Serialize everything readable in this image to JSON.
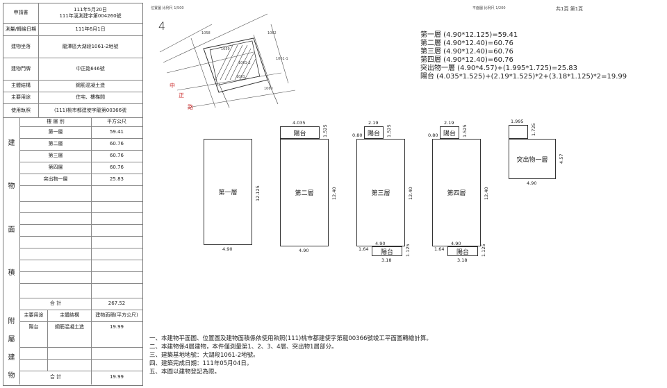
{
  "left_table": {
    "application_label": "申請書",
    "application_date": "111年5月20日",
    "application_no": "111年溪測建字第004260號",
    "survey_date_label": "測量/轉繪日期",
    "survey_date": "111年6月1日",
    "location_label": "建物坐落",
    "location": "龍潭區大湖段1061-2地號",
    "door_label": "建物門牌",
    "door": "中正路646號",
    "structure_label": "主體結構",
    "structure": "鋼筋混凝土造",
    "use_label": "主要用途",
    "use": "住宅、樓梯間",
    "permit_label": "使用執照",
    "permit": "(111)桃市都建使字龍第00366號",
    "section_chars": [
      "建",
      "物",
      "面",
      "積"
    ],
    "attach_chars": [
      "附",
      "屬",
      "建",
      "物"
    ],
    "floor_header": "樓 層 別",
    "area_header": "平方公尺",
    "floors": [
      {
        "name": "第一層",
        "area": "59.41"
      },
      {
        "name": "第二層",
        "area": "60.76"
      },
      {
        "name": "第三層",
        "area": "60.76"
      },
      {
        "name": "第四層",
        "area": "60.76"
      },
      {
        "name": "突出物一層",
        "area": "25.83"
      }
    ],
    "total_label": "合 計",
    "total": "267.52",
    "attach_use_header": "主要用途",
    "attach_struct_header": "主體結構",
    "attach_area_header": "建物面積(平方公尺)",
    "attach_use": "陽台",
    "attach_struct": "鋼筋混凝土造",
    "attach_area": "19.99",
    "attach_total_label": "合 計",
    "attach_total": "19.99"
  },
  "header": {
    "location_map_label": "位置圖 比例尺",
    "location_map_scale": "1/500",
    "plan_label": "平面圖 比例尺",
    "plan_scale": "1/200",
    "pages": "共1頁 第1頁"
  },
  "map": {
    "number": "4",
    "road_chars": [
      "中",
      "正",
      "路"
    ],
    "parcels": [
      "1061-2",
      "1061-1",
      "1061",
      "1062",
      "1059",
      "1060",
      "1058"
    ]
  },
  "calculations": [
    "第一層 (4.90*12.125)=59.41",
    "第二層 (4.90*12.40)=60.76",
    "第三層 (4.90*12.40)=60.76",
    "第四層 (4.90*12.40)=60.76",
    "突出物一層 (4.90*4.57)+(1.995*1.725)=25.83",
    "陽台 (4.035*1.525)+(2.19*1.525)*2+(3.18*1.125)*2=19.99"
  ],
  "plans": {
    "floor1": {
      "label": "第一層",
      "width": "4.90",
      "height": "12.125"
    },
    "floor2": {
      "label": "第二層",
      "width": "4.90",
      "height": "12.40",
      "balcony": "陽台",
      "balcony_w": "4.035",
      "balcony_h": "1.525"
    },
    "floor3": {
      "label": "第三層",
      "width": "4.90",
      "height": "12.40",
      "balcony": "陽台",
      "balcony_w": "2.19",
      "balcony_h": "1.525",
      "offset": "0.80",
      "rear_balcony": "陽台",
      "rear_w": "3.18",
      "rear_h": "1.125",
      "rear_offset": "1.64"
    },
    "floor4": {
      "label": "第四層",
      "width": "4.90",
      "height": "12.40",
      "balcony": "陽台",
      "balcony_w": "2.19",
      "balcony_h": "1.525",
      "offset": "0.80",
      "rear_balcony": "陽台",
      "rear_w": "3.18",
      "rear_h": "1.125",
      "rear_offset": "1.64"
    },
    "roof": {
      "label": "突出物一層",
      "width": "4.90",
      "height": "4.57",
      "top_w": "1.995",
      "top_h": "1.725"
    }
  },
  "notes": [
    "一、本建物平面圖、位置圖及建物面積係依使用執照(111)桃市都建使字第龍00366號竣工平面圖轉繪計算。",
    "二、本建物係4層建物，本件僅測量第1、2、3、4層、突出物1層部分。",
    "三、建築基地地號：大湖段1061-2地號。",
    "四、建築完成日期：111年05月04日。",
    "五、本圖以建物登記為限。"
  ]
}
